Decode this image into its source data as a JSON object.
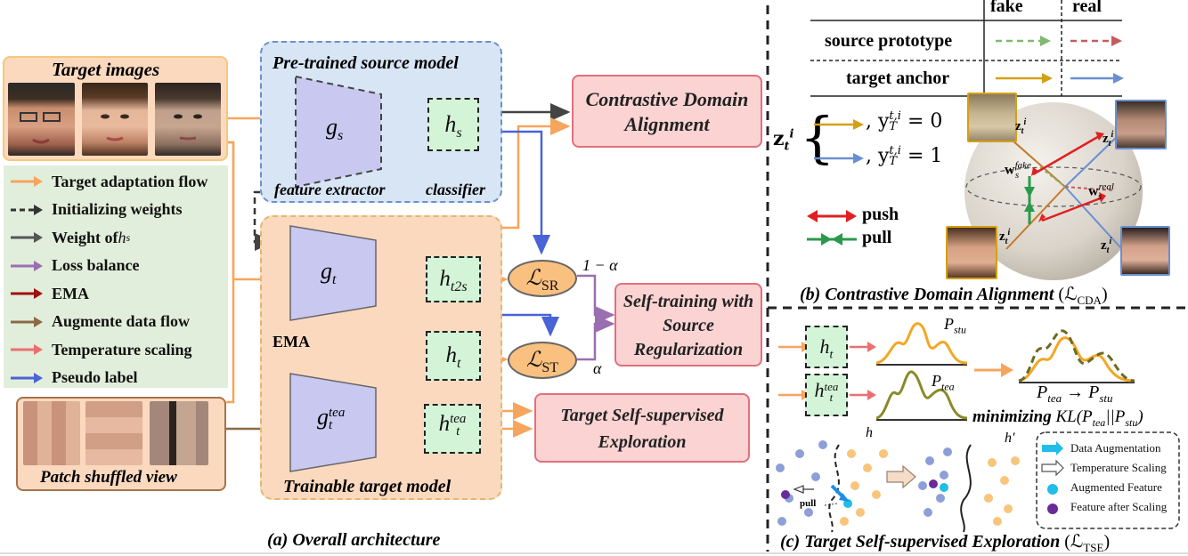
{
  "panel_a": {
    "caption": "(a) Overall architecture",
    "target_images_title": "Target images",
    "patch_view_title": "Patch shuffled view",
    "pretrained_title": "Pre-trained source model",
    "pretrained_sub_feature": "feature extractor",
    "pretrained_sub_classifier": "classifier",
    "trainable_title": "Trainable target model",
    "g_s": "g",
    "g_s_sub": "s",
    "h_s": "h",
    "h_s_sub": "s",
    "g_t": "g",
    "g_t_sub": "t",
    "h_t2s": "h",
    "h_t2s_sub": "t2s",
    "h_t": "h",
    "h_t_sub": "t",
    "g_tea": "g",
    "g_tea_sup": "tea",
    "g_tea_sub": "t",
    "h_tea": "h",
    "h_tea_sup": "tea",
    "h_tea_sub": "t",
    "ema_label": "EMA",
    "loss_sr": "ℒ",
    "loss_sr_sub": "SR",
    "loss_st": "ℒ",
    "loss_st_sub": "ST",
    "one_minus_alpha": "1 − α",
    "alpha": "α",
    "box_cda": "Contrastive Domain Alignment",
    "box_self_training": "Self-training with Source Regularization",
    "box_tse": "Target Self-supervised Exploration"
  },
  "legend": [
    {
      "label": "Target adaptation flow",
      "color": "#f6a55d",
      "style": "solid"
    },
    {
      "label": "Initializing weights",
      "color": "#333333",
      "style": "dashed"
    },
    {
      "label": "Weight of ",
      "math": "h",
      "math_sub": "s",
      "color": "#555555",
      "style": "solid"
    },
    {
      "label": "Loss balance",
      "color": "#9a6fb0",
      "style": "solid"
    },
    {
      "label": "EMA",
      "color": "#a01010",
      "style": "solid"
    },
    {
      "label": "Augmente data flow",
      "color": "#8b6a45",
      "style": "solid"
    },
    {
      "label": "Temperature scaling",
      "color": "#ec6f6f",
      "style": "solid"
    },
    {
      "label": "Pseudo label",
      "color": "#4a63d6",
      "style": "solid"
    }
  ],
  "panel_b": {
    "caption": "(b) Contrastive Domain Alignment",
    "caption_math": "(ℒ",
    "caption_sub": "CDA",
    "col_fake": "fake",
    "col_real": "real",
    "row_source": "source prototype",
    "row_target": "target anchor",
    "z_label": "z",
    "eq0": ", y",
    "eq0_val": "= 0",
    "eq1": ", y",
    "eq1_val": "= 1",
    "push": "push",
    "pull": "pull",
    "w_fake": "w",
    "w_fake_sup": "fake",
    "w_fake_sub": "s",
    "w_real": "w",
    "w_real_sup": "real",
    "w_real_sub": "s"
  },
  "panel_c": {
    "caption": "(c) Target Self-supervised Exploration",
    "caption_math": "(ℒ",
    "caption_sub": "TSE",
    "h_t": "h",
    "h_t_sub": "t",
    "h_tea": "h",
    "h_tea_sup": "tea",
    "h_tea_sub": "t",
    "p_stu": "P",
    "p_stu_sub": "stu",
    "p_tea": "P",
    "p_tea_sub": "tea",
    "mapping": "P",
    "mapping_sub1": "tea",
    "mapping_arrow": "→",
    "mapping_sub2": "stu",
    "minimizing": "minimizing",
    "kl": "KL(P",
    "kl_sub1": "tea",
    "kl_mid": "||P",
    "kl_sub2": "stu",
    "kl_end": ")",
    "h_label": "h",
    "h_prime_label": "h′",
    "pull_small": "pull",
    "legend": [
      {
        "label": "Data Augmentation",
        "icon": "blue-arrow-icon"
      },
      {
        "label": "Temperature Scaling",
        "icon": "hollow-arrow-icon"
      },
      {
        "label": "Augmented Feature",
        "icon": "cyan-dot-icon"
      },
      {
        "label": "Feature after Scaling",
        "icon": "purple-dot-icon"
      }
    ]
  },
  "colors": {
    "orange_flow": "#f6a55d",
    "blue_pseudo": "#4a63d6",
    "purple_loss": "#9a6fb0",
    "ema_red": "#a01010",
    "brown_aug": "#8b6a45",
    "temp_red": "#ec6f6f",
    "gold": "#d4a017"
  }
}
